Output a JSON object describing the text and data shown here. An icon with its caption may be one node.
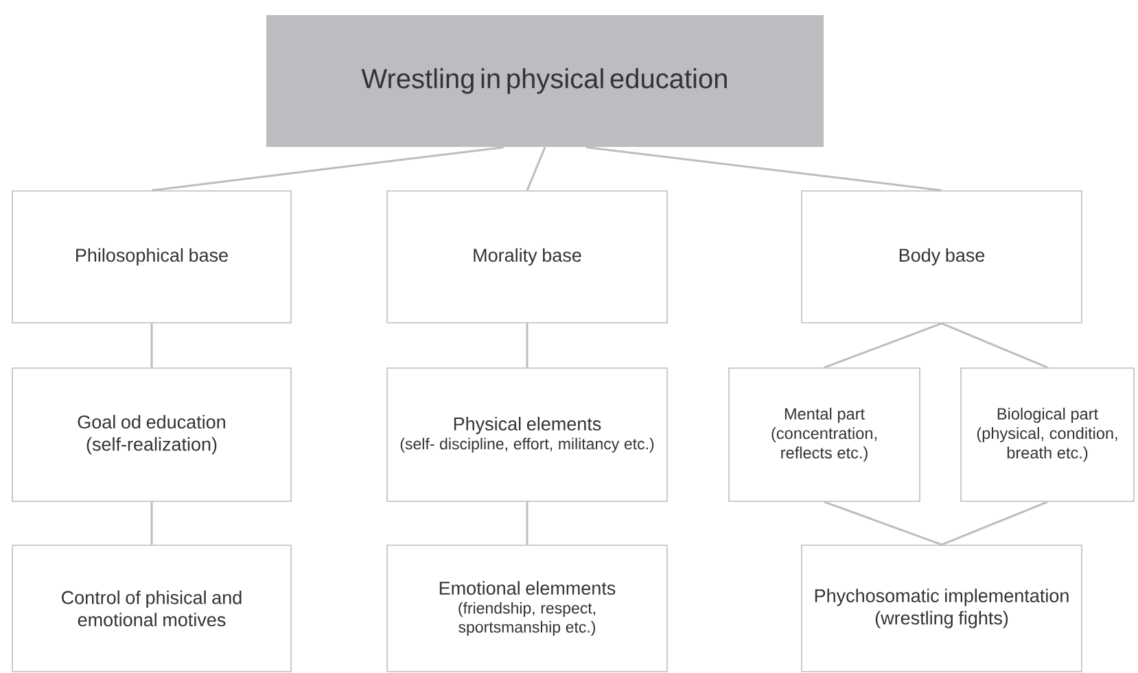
{
  "diagram": {
    "nodes": [
      {
        "text": [
          "Wrestling in physical education"
        ]
      },
      {
        "text": [
          "Philosophical base"
        ]
      },
      {
        "text": [
          "Morality base"
        ]
      },
      {
        "text": [
          "Body base"
        ]
      },
      {
        "text": [
          "Goal od education (self-realization)"
        ]
      },
      {
        "text": [
          "Physical elements",
          "(self- discipline, effort, militancy etc.)"
        ]
      },
      {
        "text": [
          "Mental part (concentration, reflects etc.)"
        ]
      },
      {
        "text": [
          "Biological part (physical, condition, breath etc.)"
        ]
      },
      {
        "text": [
          "Control of phisical and emotional motives"
        ]
      },
      {
        "text": [
          "Emotional elemments",
          "(friendship, respect, sportsmanship etc.)"
        ]
      },
      {
        "text": [
          "Phychosomatic implementation (wrestling fights)"
        ]
      }
    ],
    "edges": [
      {
        "from": 0,
        "to": 1,
        "arrow": "none"
      },
      {
        "from": 0,
        "to": 2,
        "arrow": "none"
      },
      {
        "from": 0,
        "to": 3,
        "arrow": "none"
      },
      {
        "from": 1,
        "to": 4,
        "arrow": "none"
      },
      {
        "from": 4,
        "to": 8,
        "arrow": "none"
      },
      {
        "from": 2,
        "to": 5,
        "arrow": "none"
      },
      {
        "from": 5,
        "to": 9,
        "arrow": "none"
      },
      {
        "from": 3,
        "to": 6,
        "arrow": "none"
      },
      {
        "from": 3,
        "to": 7,
        "arrow": "none"
      },
      {
        "from": 6,
        "to": 10,
        "arrow": "none"
      },
      {
        "from": 7,
        "to": 10,
        "arrow": "none"
      }
    ]
  }
}
